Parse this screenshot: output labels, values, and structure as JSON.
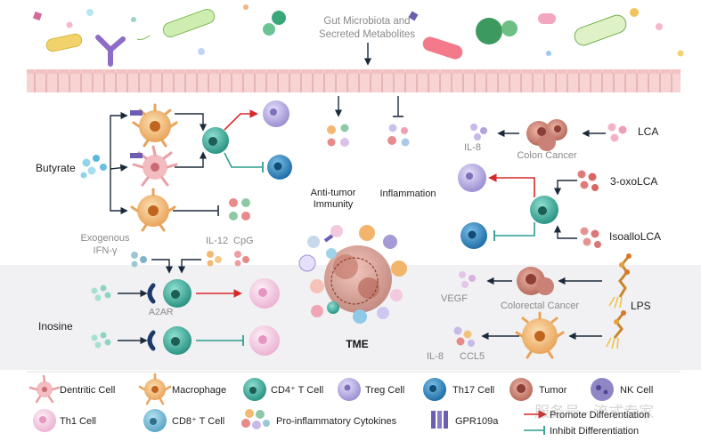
{
  "header": {
    "title_line1": "Gut Microbiota and",
    "title_line2": "Secreted Metabolites"
  },
  "left": {
    "butyrate": "Butyrate",
    "exogenous_line1": "Exogenous",
    "exogenous_line2": "IFN-γ",
    "il12": "IL-12",
    "cpg": "CpG",
    "a2ar": "A2AR",
    "inosine": "Inosine"
  },
  "center": {
    "anti_tumor_line1": "Anti-tumor",
    "anti_tumor_line2": "Immunity",
    "inflammation": "Inflammation",
    "tme": "TME"
  },
  "right": {
    "il8_top": "IL-8",
    "colon_cancer": "Colon Cancer",
    "lca": "LCA",
    "oxolca": "3-oxoLCA",
    "isoallolca": "IsoalloLCA",
    "vegf": "VEGF",
    "colorectal_cancer": "Colorectal Cancer",
    "lps": "LPS",
    "il8_bottom": "IL-8",
    "ccl5": "CCL5"
  },
  "legend": {
    "dendritic": "Dentritic Cell",
    "macrophage": "Macrophage",
    "cd4": "CD4⁺ T Cell",
    "treg": "Treg Cell",
    "th17": "Th17 Cell",
    "tumor": "Tumor",
    "nk": "NK Cell",
    "th1": "Th1 Cell",
    "cd8": "CD8⁺ T Cell",
    "cytokines": "Pro-inflammatory Cytokines",
    "gpr109a": "GPR109a",
    "promote": "Promote Differentiation",
    "inhibit": "Inhibit Differentiation"
  },
  "watermark": "服务号 · 流式专家",
  "colors": {
    "promote": "#d62828",
    "inhibit": "#2a9d8f",
    "arrow": "#1b2a3a",
    "cd4": "#3aa99a",
    "th17": "#2a7fb8",
    "treg": "#a59ad6",
    "th1": "#f3c9e0",
    "macrophage": "#f2b56b",
    "dendritic": "#e9a0a4",
    "tumor": "#c47a6c"
  }
}
